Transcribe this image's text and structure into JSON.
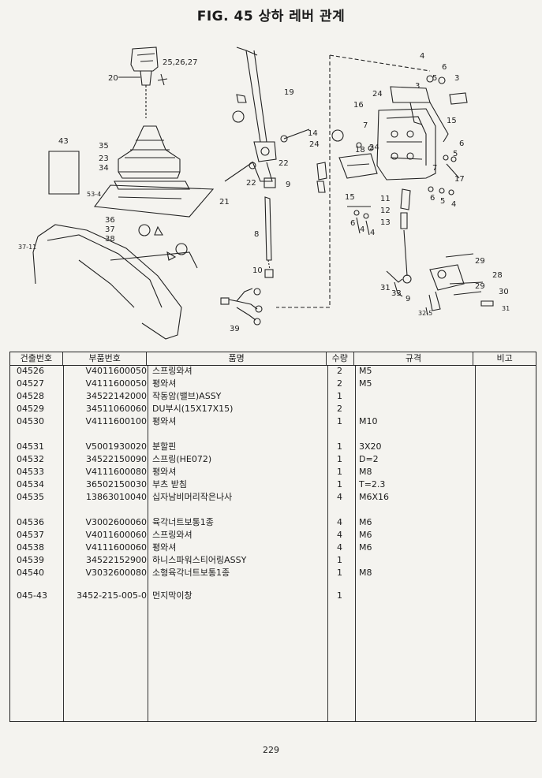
{
  "title": "FIG. 45 상하 레버 관계",
  "diagram": {
    "callouts": [
      "20",
      "25,26,27",
      "43",
      "35",
      "23",
      "34",
      "53-4",
      "36",
      "37",
      "38",
      "37-11",
      "19",
      "14",
      "22",
      "22",
      "9",
      "21",
      "8",
      "10",
      "39",
      "24",
      "4",
      "3",
      "5",
      "6",
      "3",
      "16",
      "24",
      "15",
      "7",
      "18",
      "24",
      "15",
      "11",
      "12",
      "13",
      "6",
      "4",
      "4",
      "17",
      "6",
      "5",
      "4",
      "6",
      "5",
      "7",
      "29",
      "28",
      "29",
      "30",
      "31",
      "31",
      "33",
      "9",
      "32-5"
    ]
  },
  "table": {
    "headers": [
      "건출번호",
      "부품번호",
      "품명",
      "수량",
      "규격",
      "비고"
    ],
    "rows": [
      {
        "code": "04526",
        "part": "V4011600050",
        "name": "스프링와셔",
        "qty": "2",
        "spec": "M5"
      },
      {
        "code": "04527",
        "part": "V4111600050",
        "name": "평와셔",
        "qty": "2",
        "spec": "M5"
      },
      {
        "code": "04528",
        "part": "34522142000",
        "name": "작동암(밸브)ASSY",
        "qty": "1",
        "spec": ""
      },
      {
        "code": "04529",
        "part": "34511060060",
        "name": "DU부시(15X17X15)",
        "qty": "2",
        "spec": ""
      },
      {
        "code": "04530",
        "part": "V4111600100",
        "name": "평와셔",
        "qty": "1",
        "spec": "M10"
      },
      {
        "code": "04531",
        "part": "V5001930020",
        "name": "분할핀",
        "qty": "1",
        "spec": "3X20"
      },
      {
        "code": "04532",
        "part": "34522150090",
        "name": "스프링(HE072)",
        "qty": "1",
        "spec": "D=2"
      },
      {
        "code": "04533",
        "part": "V4111600080",
        "name": "평와셔",
        "qty": "1",
        "spec": "M8"
      },
      {
        "code": "04534",
        "part": "36502150030",
        "name": "부츠 받침",
        "qty": "1",
        "spec": "T=2.3"
      },
      {
        "code": "04535",
        "part": "13863010040",
        "name": "십자남비머리작은나사",
        "qty": "4",
        "spec": "M6X16"
      },
      {
        "code": "04536",
        "part": "V3002600060",
        "name": "육각너트보통1종",
        "qty": "4",
        "spec": "M6"
      },
      {
        "code": "04537",
        "part": "V4011600060",
        "name": "스프링와셔",
        "qty": "4",
        "spec": "M6"
      },
      {
        "code": "04538",
        "part": "V4111600060",
        "name": "평와셔",
        "qty": "4",
        "spec": "M6"
      },
      {
        "code": "04539",
        "part": "34522152900",
        "name": "하니스파워스티어링ASSY",
        "qty": "1",
        "spec": ""
      },
      {
        "code": "04540",
        "part": "V3032600080",
        "name": "소형육각너트보통1종",
        "qty": "1",
        "spec": "M8"
      },
      {
        "code": "045-43",
        "part": "3452-215-005-0",
        "name": "먼지막이창",
        "qty": "1",
        "spec": ""
      }
    ]
  },
  "page_number": "229"
}
